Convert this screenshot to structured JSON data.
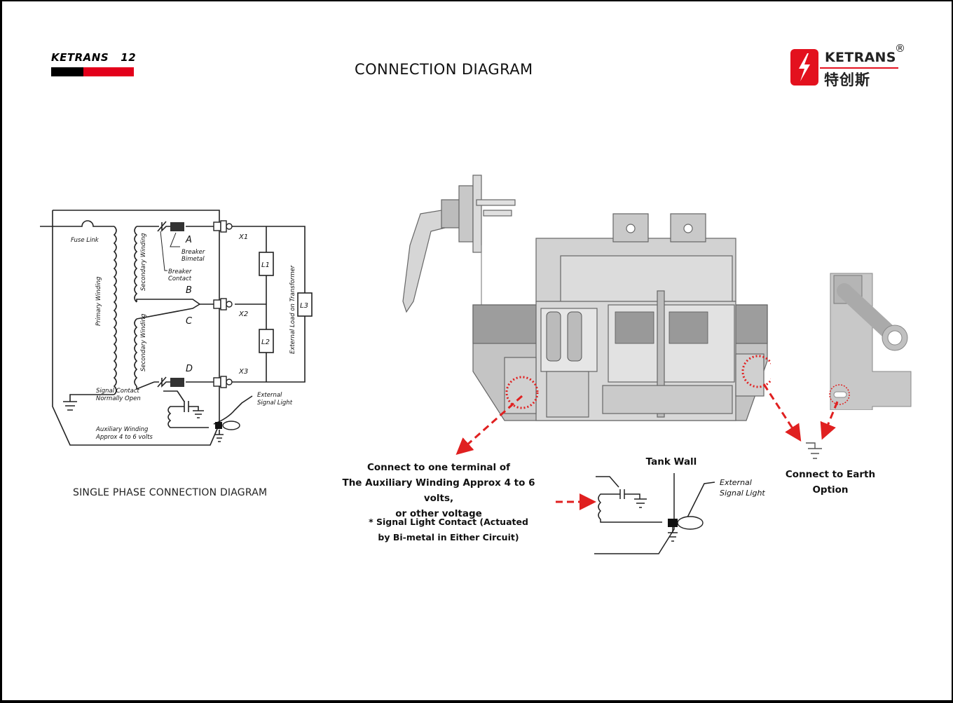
{
  "header": {
    "brand_left": "KETRANS   12",
    "title": "CONNECTION DIAGRAM",
    "logo": {
      "name_en": "KETRANS",
      "registered": "®",
      "name_cn": "特创斯",
      "brand_red": "#e3111e"
    }
  },
  "schematic": {
    "caption": "SINGLE PHASE CONNECTION DIAGRAM",
    "labels": {
      "fuse_link": "Fuse Link",
      "primary_winding": "Primary Winding",
      "secondary_winding_1": "Secondary Winding",
      "secondary_winding_2": "Secondary Winding",
      "breaker_bimetal": [
        "Breaker",
        "Bimetal"
      ],
      "breaker_contact": [
        "Breaker",
        "Contact"
      ],
      "node_a": "A",
      "node_b": "B",
      "node_c": "C",
      "node_d": "D",
      "terminal_x1": "X1",
      "terminal_x2": "X2",
      "terminal_x3": "X3",
      "load_l1": "L1",
      "load_l2": "L2",
      "load_l3": "L3",
      "external_load": "External Load on Transformer",
      "signal_contact": [
        "Signal Contact",
        "Normally Open"
      ],
      "external_signal_light": [
        "External",
        "Signal Light"
      ],
      "auxiliary_winding": [
        "Auxiliary Winding",
        "Approx 4 to 6 volts"
      ]
    }
  },
  "photo_panel": {
    "note_main": [
      "Connect to one terminal of",
      "The Auxiliary Winding Approx 4 to 6 volts,",
      "or other voltage"
    ],
    "note_sub": [
      "* Signal Light Contact (Actuated",
      "by Bi-metal in Either Circuit)"
    ],
    "tank_wall_label": "Tank Wall",
    "detail_signal_light": [
      "External",
      "Signal Light"
    ],
    "earth_label": [
      "Connect to Earth",
      "Option"
    ],
    "highlight_color": "#e02020"
  }
}
